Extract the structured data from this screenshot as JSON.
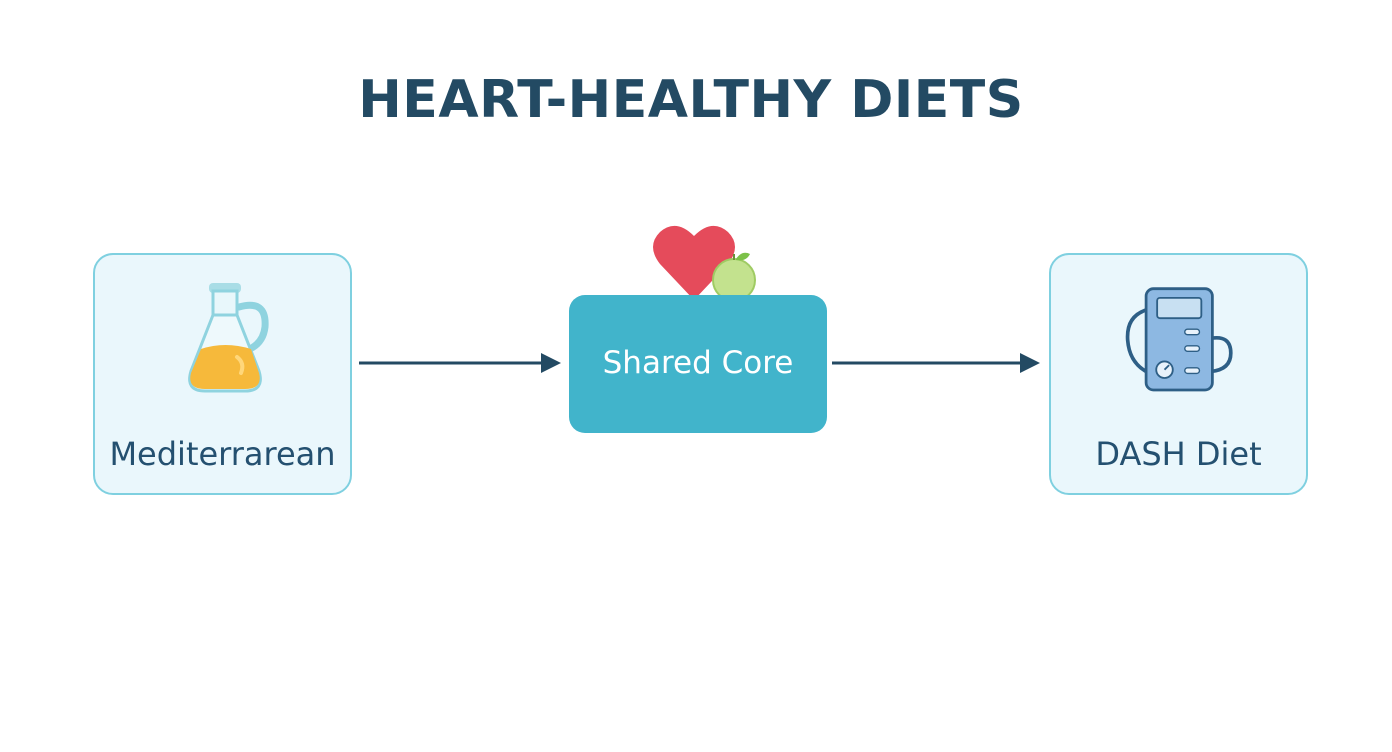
{
  "title": "HEART-HEALTHY DIETS",
  "nodes": {
    "left": {
      "label": "Mediterrarean",
      "icon": "olive-oil-jug-icon"
    },
    "center": {
      "label": "Shared Core",
      "icon": "heart-apple-icon"
    },
    "right": {
      "label": "DASH Diet",
      "icon": "blood-pressure-monitor-icon"
    }
  },
  "edges": [
    {
      "from": "Mediterrarean",
      "to": "Shared Core"
    },
    {
      "from": "Shared Core",
      "to": "DASH Diet"
    }
  ],
  "colors": {
    "title": "#234a63",
    "card_border": "#7fd0e0",
    "card_fill": "#eaf7fc",
    "core_fill": "#41b4cb",
    "arrow": "#234a63",
    "heart": "#e54b5b",
    "apple": "#bfe08a",
    "oil": "#f6b93b"
  }
}
